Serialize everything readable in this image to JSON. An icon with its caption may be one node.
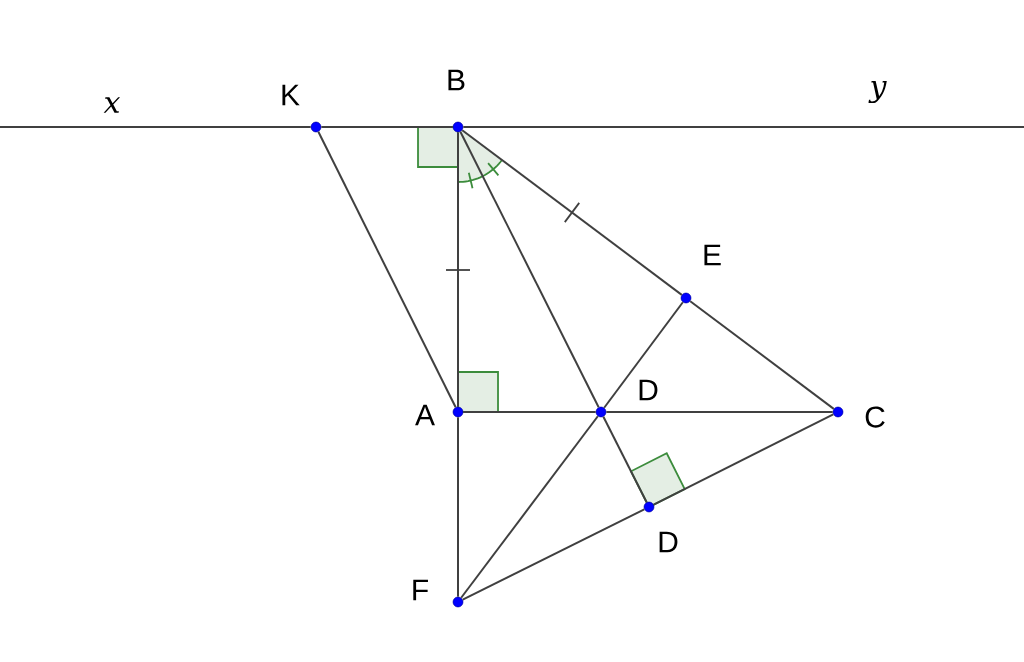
{
  "diagram": {
    "nodes": [
      {
        "text": [
          "K"
        ]
      },
      {
        "text": [
          "B"
        ]
      },
      {
        "text": [
          "E"
        ]
      },
      {
        "text": [
          "A"
        ]
      },
      {
        "text": [
          "D"
        ]
      },
      {
        "text": [
          "C"
        ]
      },
      {
        "text": [
          "D"
        ]
      },
      {
        "text": [
          "F"
        ]
      }
    ],
    "edges": [
      {
        "from": null,
        "to": 0,
        "arrow": "none"
      },
      {
        "from": 0,
        "to": 1,
        "arrow": "none"
      },
      {
        "from": 1,
        "to": null,
        "arrow": "none"
      },
      {
        "from": 0,
        "to": 3,
        "arrow": "none"
      },
      {
        "from": 1,
        "to": 3,
        "arrow": "none"
      },
      {
        "from": 3,
        "to": 7,
        "arrow": "none"
      },
      {
        "from": 1,
        "to": 2,
        "arrow": "none"
      },
      {
        "from": 2,
        "to": 5,
        "arrow": "none"
      },
      {
        "from": 1,
        "to": 4,
        "arrow": "none"
      },
      {
        "from": 4,
        "to": 6,
        "arrow": "none"
      },
      {
        "from": 3,
        "to": 4,
        "arrow": "none"
      },
      {
        "from": 4,
        "to": 5,
        "arrow": "none"
      },
      {
        "from": 2,
        "to": 4,
        "arrow": "none"
      },
      {
        "from": 4,
        "to": 7,
        "arrow": "none"
      },
      {
        "from": 7,
        "to": 6,
        "arrow": "none"
      },
      {
        "from": 6,
        "to": 5,
        "arrow": "none"
      }
    ],
    "labels": [
      "x",
      "y"
    ]
  }
}
